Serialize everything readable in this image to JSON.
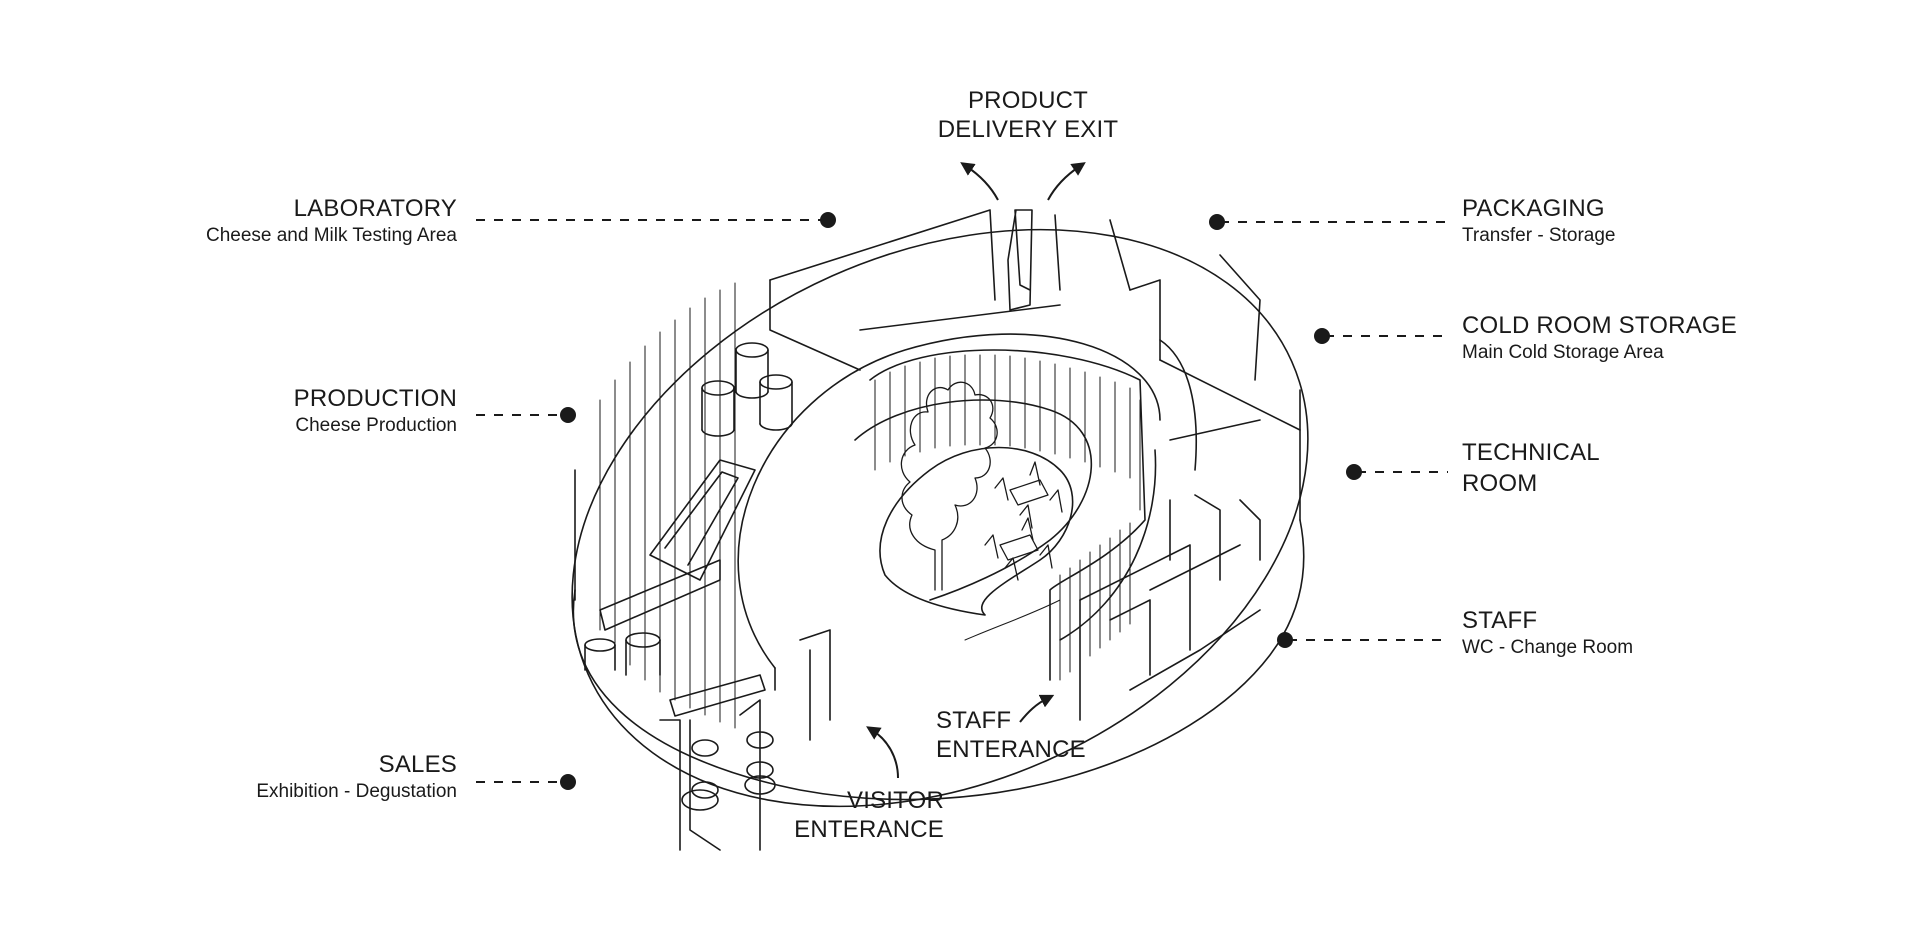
{
  "labels": {
    "laboratory": {
      "title": "LABORATORY",
      "subtitle": "Cheese and Milk Testing Area"
    },
    "production": {
      "title": "PRODUCTION",
      "subtitle": "Cheese Production"
    },
    "sales": {
      "title": "SALES",
      "subtitle": "Exhibition - Degustation"
    },
    "packaging": {
      "title": "PACKAGING",
      "subtitle": "Transfer - Storage"
    },
    "cold_room": {
      "title": "COLD ROOM STORAGE",
      "subtitle": "Main Cold Storage Area"
    },
    "technical": {
      "title_line1": "TECHNICAL",
      "title_line2": "ROOM"
    },
    "staff": {
      "title": "STAFF",
      "subtitle": "WC - Change Room"
    },
    "product_delivery": {
      "line1": "PRODUCT",
      "line2": "DELIVERY EXIT"
    },
    "staff_entrance": {
      "line1": "STAFF",
      "line2": "ENTERANCE"
    },
    "visitor_entrance": {
      "line1": "VISITOR",
      "line2": "ENTERANCE"
    }
  },
  "colors": {
    "line": "#1a1a1a",
    "background": "#ffffff"
  }
}
